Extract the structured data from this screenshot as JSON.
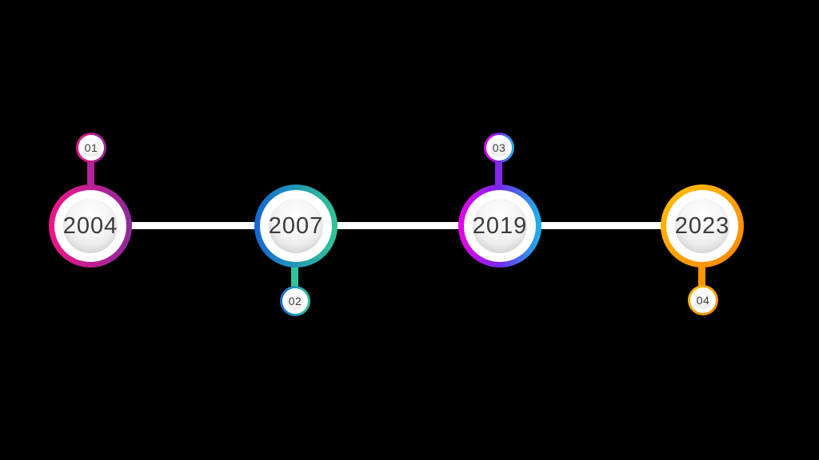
{
  "canvas": {
    "background_color": "#000000"
  },
  "timeline": {
    "line_color": "#ffffff",
    "text_color": "#3b3b3b",
    "milestones": [
      {
        "year": "2004",
        "number": "01",
        "badge_position": "above",
        "ring_gradient": {
          "angle": "90deg",
          "stops": [
            "#ee1687",
            "#8e2a9c"
          ]
        },
        "stem_color": "#b5239c"
      },
      {
        "year": "2007",
        "number": "02",
        "badge_position": "below",
        "ring_gradient": {
          "angle": "90deg",
          "stops": [
            "#1566d4",
            "#30c795"
          ]
        },
        "stem_color": "#2fc49b"
      },
      {
        "year": "2019",
        "number": "03",
        "badge_position": "above",
        "ring_gradient": {
          "angle": "90deg",
          "stops": [
            "#ea04e6",
            "#7229f0",
            "#18b7e9"
          ]
        },
        "stem_color": "#8227ee"
      },
      {
        "year": "2023",
        "number": "04",
        "badge_position": "below",
        "ring_gradient": {
          "angle": "135deg",
          "stops": [
            "#ffc20a",
            "#ff8400"
          ]
        },
        "stem_color": "#ff9500"
      }
    ]
  }
}
